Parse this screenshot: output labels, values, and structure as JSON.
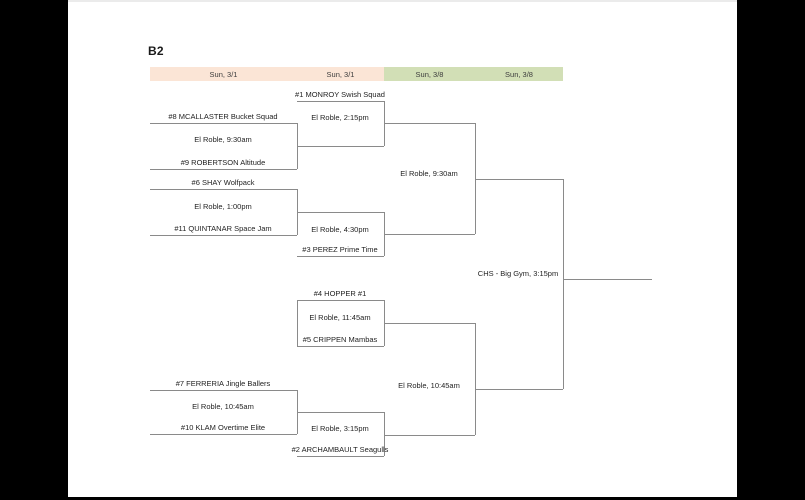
{
  "title": "B2",
  "columns": [
    {
      "label": "Sun, 3/1"
    },
    {
      "label": "Sun, 3/1"
    },
    {
      "label": "Sun, 3/8"
    },
    {
      "label": "Sun, 3/8"
    }
  ],
  "bracket": {
    "round1": [
      {
        "top": "#8 MCALLASTER Bucket Squad",
        "bottom": "#9 ROBERTSON Altitude",
        "game": "El Roble, 9:30am"
      },
      {
        "top": "#6 SHAY Wolfpack",
        "bottom": "#11 QUINTANAR Space Jam",
        "game": "El Roble, 1:00pm"
      },
      {
        "top": "#7 FERRERIA Jingle Ballers",
        "bottom": "#10 KLAM Overtime Elite",
        "game": "El Roble, 10:45am"
      }
    ],
    "round2": [
      {
        "top": "#1 MONROY Swish Squad",
        "game": "El Roble, 2:15pm"
      },
      {
        "bottom": "#3 PEREZ Prime Time",
        "game": "El Roble, 4:30pm"
      },
      {
        "top": "#4 HOPPER #1",
        "bottom": "#5 CRIPPEN Mambas",
        "game": "El Roble, 11:45am"
      },
      {
        "bottom": "#2 ARCHAMBAULT Seagulls",
        "game": "El Roble, 3:15pm"
      }
    ],
    "semifinals": [
      {
        "game": "El Roble, 9:30am"
      },
      {
        "game": "El Roble, 10:45am"
      }
    ],
    "final": {
      "game": "CHS - Big Gym, 3:15pm"
    }
  },
  "colors": {
    "header_day1": "#fbe5d6",
    "header_day2": "#d2dfb6",
    "line": "#8a8a8a",
    "background": "#000000",
    "page": "#ffffff"
  }
}
